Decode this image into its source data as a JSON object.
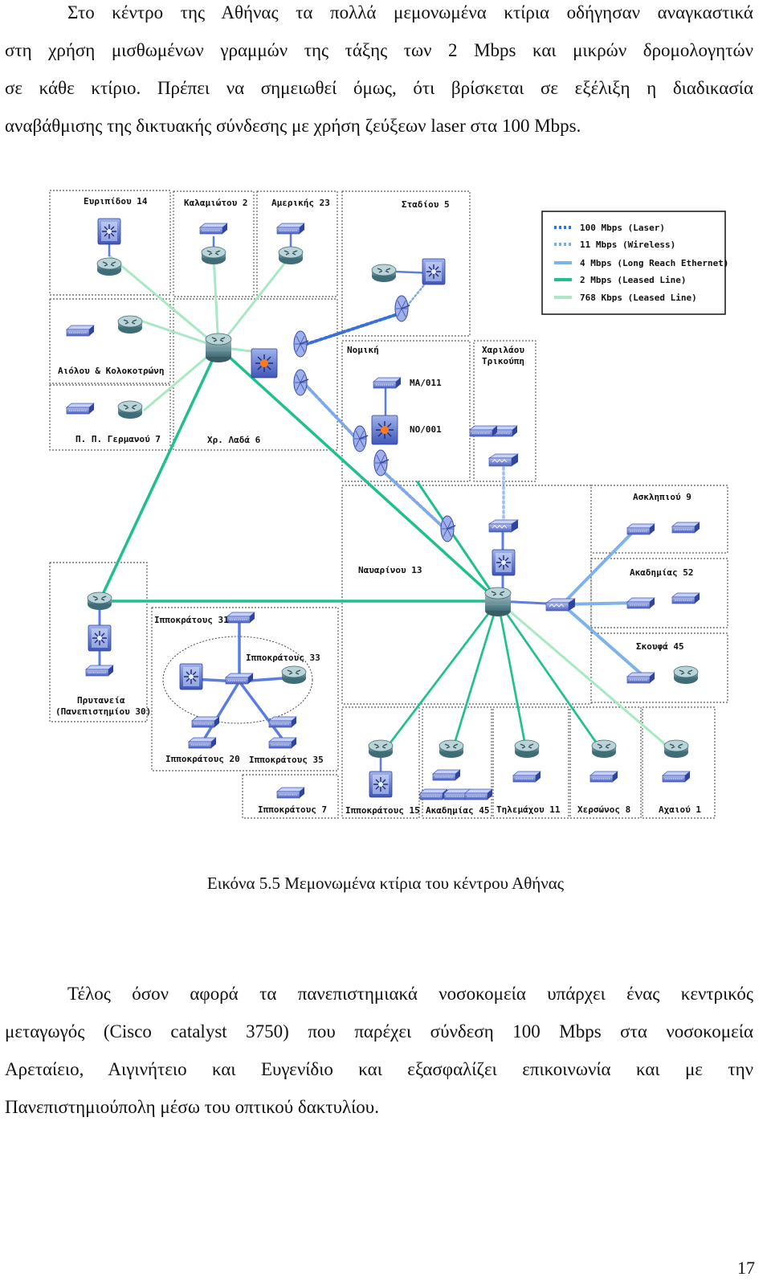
{
  "paragraph1": {
    "lines": [
      "Στο κέντρο της Αθήνας τα πολλά μεμονωμένα κτίρια οδήγησαν αναγκαστικά",
      "στη χρήση μισθωμένων γραμμών της τάξης των 2 Mbps και μικρών δρομολογητών",
      "σε κάθε κτίριο. Πρέπει να σημειωθεί όμως, ότι βρίσκεται σε εξέλιξη η διαδικασία",
      "αναβάθμισης της δικτυακής σύνδεσης με χρήση ζεύξεων laser στα 100 Mbps."
    ]
  },
  "figure": {
    "caption": "Εικόνα 5.5 Μεμονωμένα κτίρια του κέντρου Αθήνας",
    "legend": [
      {
        "label": "100 Mbps (Laser)",
        "color": "#3a6fd8",
        "style": "dotted"
      },
      {
        "label": "11 Mbps (Wireless)",
        "color": "#7ea8e8",
        "style": "dotted"
      },
      {
        "label": "4 Mbps (Long Reach Ethernet)",
        "color": "#7fb3e8",
        "style": "solid"
      },
      {
        "label": "2 Mbps (Leased Line)",
        "color": "#1fbf8f",
        "style": "solid"
      },
      {
        "label": "768 Kbps (Leased Line)",
        "color": "#a8e8c4",
        "style": "solid"
      }
    ],
    "buildings": {
      "evripidou": "Ευριπίδου 14",
      "kalamiotou": "Καλαμιώτου 2",
      "amerikis": "Αμερικής 23",
      "stadiou": "Σταδίου 5",
      "aiolou": "Αιόλου & Κολοκοτρώνη",
      "germanou": "Π. Π. Γερμανού 7",
      "lada": "Χρ. Λαδά 6",
      "nomiki": "Νομική",
      "ma011": "ΜΑ/011",
      "no001": "ΝΟ/001",
      "charilaou1": "Χαριλάου",
      "charilaou2": "Τρικούπη",
      "asklipiou": "Ασκληπιού 9",
      "akadimias52": "Ακαδημίας 52",
      "skoufa": "Σκουφά 45",
      "navarinou": "Ναυαρίνου 13",
      "prytaneia1": "Πρυτανεία",
      "prytaneia2": "(Πανεπιστημίου 30)",
      "ippokratous31": "Ιπποκράτους 31",
      "ippokratous33": "Ιπποκράτους 33",
      "ippokratous20": "Ιπποκράτους 20",
      "ippokratous35": "Ιπποκράτους 35",
      "ippokratous7": "Ιπποκράτους 7",
      "ippokratous15": "Ιπποκράτους 15",
      "akadimias45": "Ακαδημίας 45",
      "tilemachou": "Τηλεμάχου 11",
      "chersonos": "Χερσώνος 8",
      "achaiou": "Αχαιού 1"
    }
  },
  "paragraph2": {
    "lines": [
      "Τέλος όσον αφορά τα πανεπιστημιακά νοσοκομεία υπάρχει ένας κεντρικός",
      "μεταγωγός (Cisco catalyst 3750) που παρέχει σύνδεση 100 Mbps στα νοσοκομεία",
      "Αρεταίειο, Αιγινήτειο και Ευγενίδιο και εξασφαλίζει επικοινωνία και με την",
      "Πανεπιστημιούπολη μέσω του οπτικού δακτυλίου."
    ]
  },
  "page_number": "17"
}
